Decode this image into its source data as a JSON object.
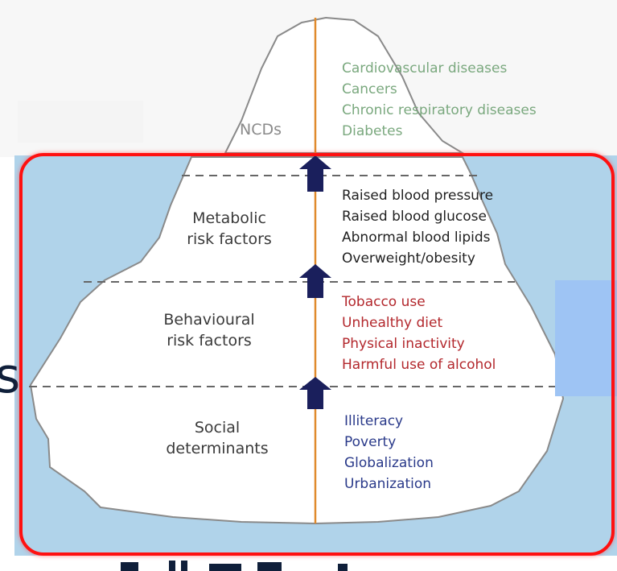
{
  "ncds_label": "NCDs",
  "ncd_list": [
    "Cardiovascular diseases",
    "Cancers",
    "Chronic respiratory diseases",
    "Diabetes"
  ],
  "tiers": [
    {
      "label_lines": [
        "Metabolic",
        "risk factors"
      ],
      "items": [
        "Raised blood pressure",
        "Raised blood glucose",
        "Abnormal blood lipids",
        "Overweight/obesity"
      ]
    },
    {
      "label_lines": [
        "Behavioural",
        "risk factors"
      ],
      "items": [
        "Tobacco use",
        "Unhealthy diet",
        "Physical inactivity",
        "Harmful use of alcohol"
      ]
    },
    {
      "label_lines": [
        "Social",
        "determinants"
      ],
      "items": [
        "Illiteracy",
        "Poverty",
        "Globalization",
        "Urbanization"
      ]
    }
  ],
  "colors": {
    "water": "#b0d3ea",
    "ice": "#ffffff",
    "outline": "#8a8a8a",
    "axis_line": "#e08a2c",
    "arrow": "#1a1f5c",
    "frame": "#ff1010",
    "ncd_text": "#7aa87e",
    "metabolic_text": "#1f1f1f",
    "behavioural_text": "#b3282d",
    "social_text": "#2a3a8a"
  }
}
